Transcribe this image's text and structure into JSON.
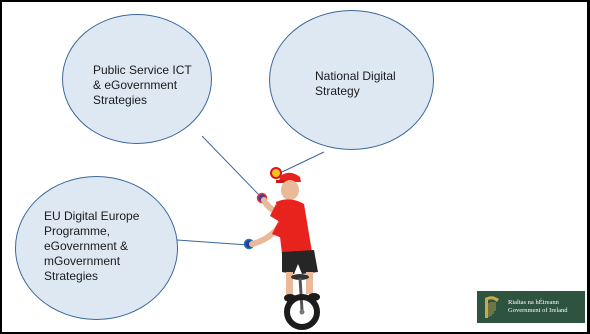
{
  "bubbles": {
    "public_service": "Public Service ICT\n& eGovernment\nStrategies",
    "national_digital": "National Digital\nStrategy",
    "eu_digital": "EU Digital Europe\nProgramme,\neGovernment &\nmGovernment\nStrategies"
  },
  "logo": {
    "text": "Rialtas na hÉireann\nGovernment of Ireland",
    "icon": "harp-icon"
  },
  "illustration": {
    "icon": "unicycle-juggler-icon"
  },
  "colors": {
    "bubble_fill": "#dee8f3",
    "bubble_border": "#3c6799",
    "shirt": "#e8231e",
    "logo_bg": "#2e5440"
  }
}
